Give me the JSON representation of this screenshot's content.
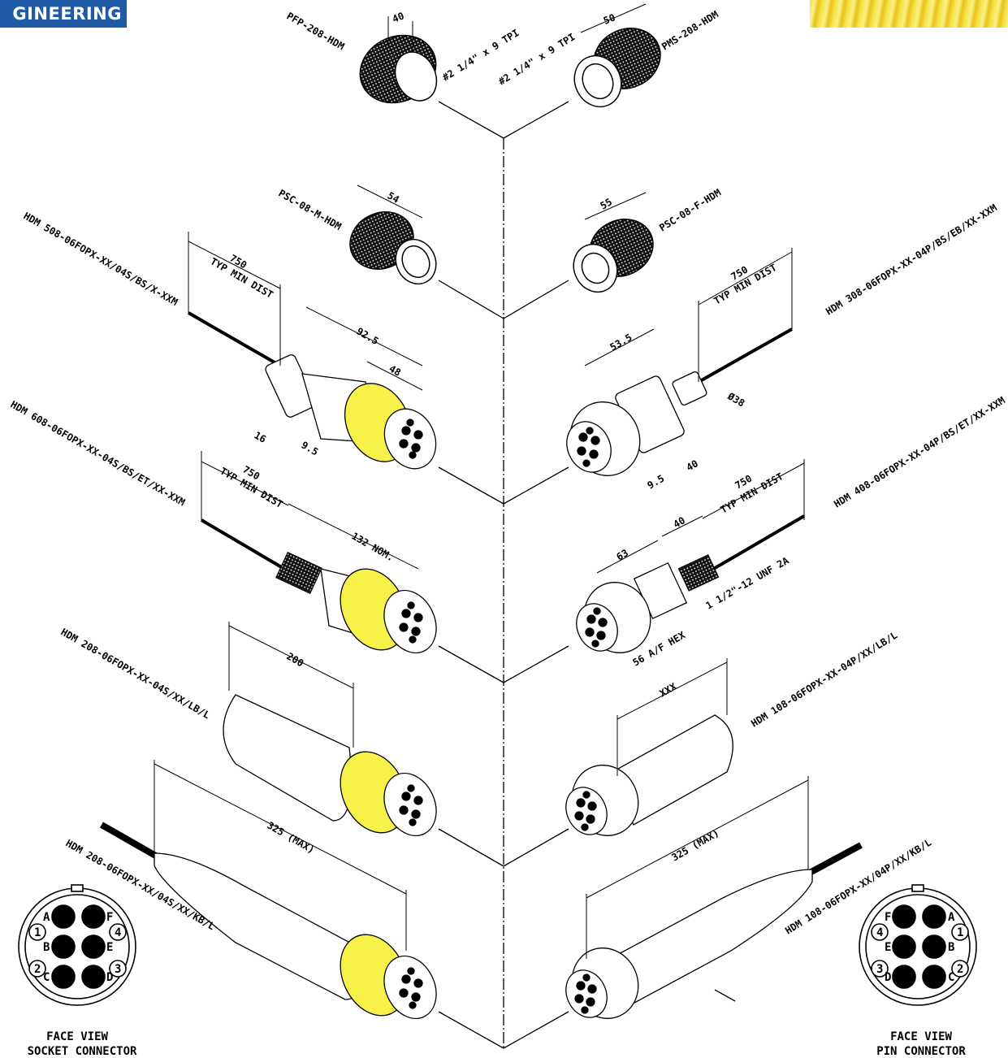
{
  "brand": {
    "text": "GINEERING"
  },
  "colors": {
    "highlight": "#f7f24a",
    "brand_bg": "#1f5aa6",
    "ink": "#000000"
  },
  "connectors": {
    "pfp": {
      "part": "PFP-208-HDM",
      "dim": "40",
      "thread": "#2 1/4\" x 9 TPI"
    },
    "pms": {
      "part": "PMS-208-HDM",
      "dim": "50",
      "thread": "#2 1/4\" x 9 TPI"
    },
    "psc_m": {
      "part": "PSC-08-M-HDM",
      "dim": "54"
    },
    "psc_f": {
      "part": "PSC-08-F-HDM",
      "dim": "55"
    },
    "hdm508": {
      "part": "HDM 508-06FOPX-XX/04S/BS/X-XXM",
      "length": "750",
      "note": "TYP MIN DIST",
      "dim_a": "92.5",
      "dim_b": "48",
      "dim_c": "16",
      "dim_d": "9.5"
    },
    "hdm308": {
      "part": "HDM 308-06FOPX-XX-04P/BS/EB/XX-XXM",
      "length": "750",
      "note": "TYP MIN DIST",
      "dim_a": "53.5",
      "dim_b": "9.5",
      "dim_c": "40",
      "dim_d": "Ø38"
    },
    "hdm608": {
      "part": "HDM 608-06FOPX-XX-04S/BS/ET/XX-XXM",
      "length": "750",
      "note": "TYP MIN DIST",
      "dim_a": "132 NOM."
    },
    "hdm408": {
      "part": "HDM 408-06FOPX-XX-04P/BS/ET/XX-XXM",
      "length": "750",
      "note": "TYP MIN DIST",
      "dim_a": "63",
      "dim_b": "40",
      "thread": "1 1/2\"-12 UNF 2A",
      "hex": "56 A/F HEX"
    },
    "hdm208_lb": {
      "part": "HDM 208-06FOPX-XX-04S/XX/LB/L",
      "dim": "200"
    },
    "hdm108_lb": {
      "part": "HDM 108-06FOPX-XX-04P/XX/LB/L",
      "dim": "XXX"
    },
    "hdm208_kb": {
      "part": "HDM 208-06FOPX-XX/04S/XX/KB/L",
      "dim": "325 (MAX)"
    },
    "hdm108_kb": {
      "part": "HDM 108-06FOPX-XX/04P/XX/KB/L",
      "dim": "325 (MAX)"
    }
  },
  "face_socket": {
    "caption1": "FACE VIEW",
    "caption2": "SOCKET CONNECTOR",
    "letters": [
      "A",
      "B",
      "C",
      "F",
      "E",
      "D"
    ],
    "numbers": [
      "1",
      "2",
      "4",
      "3"
    ]
  },
  "face_pin": {
    "caption1": "FACE VIEW",
    "caption2": "PIN CONNECTOR",
    "letters": [
      "F",
      "E",
      "D",
      "A",
      "B",
      "C"
    ],
    "numbers": [
      "4",
      "3",
      "1",
      "2"
    ]
  }
}
